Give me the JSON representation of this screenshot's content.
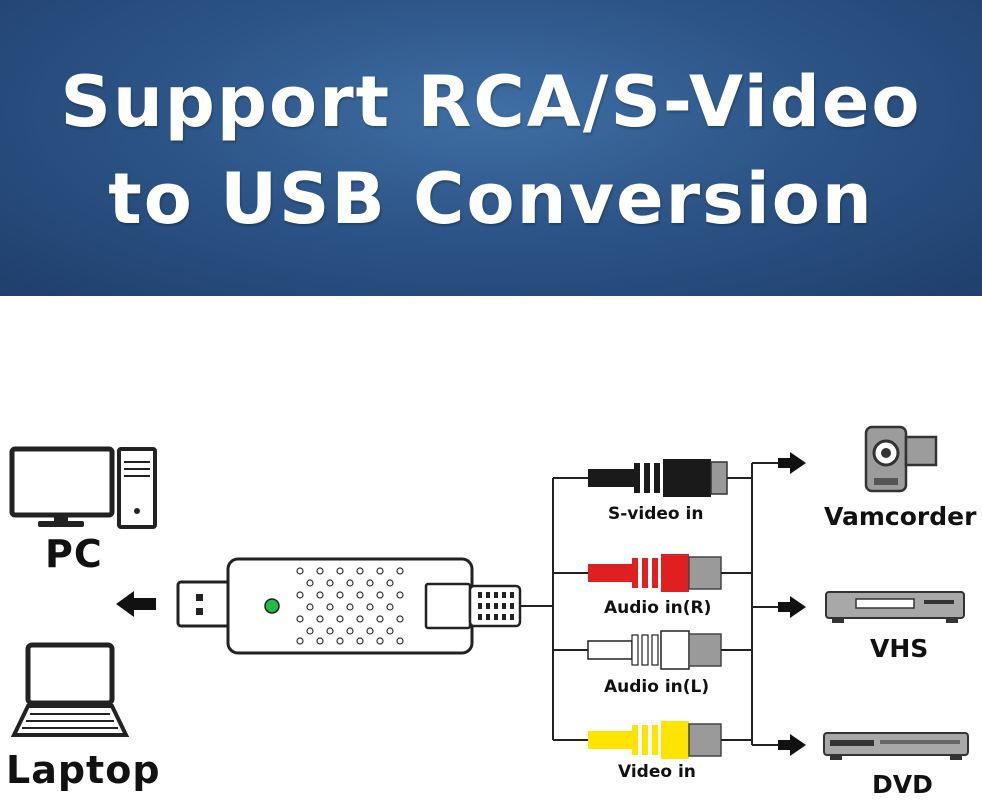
{
  "banner": {
    "line1": "Support RCA/S-Video",
    "line2": "to USB Conversion",
    "background_color": "#2d5588",
    "text_color": "#ffffff"
  },
  "devices_left": {
    "pc_label": "PC",
    "laptop_label": "Laptop"
  },
  "cables": {
    "svideo_label": "S-video in",
    "audio_r_label": "Audio in(R)",
    "audio_l_label": "Audio in(L)",
    "video_label": "Video in",
    "colors": {
      "svideo": "#1a1a1a",
      "audio_r": "#e02020",
      "audio_l": "#ffffff",
      "video": "#ffe400",
      "led": "#22bb44"
    }
  },
  "devices_right": {
    "camcorder_label": "Vamcorder",
    "vhs_label": "VHS",
    "dvd_label": "DVD"
  },
  "icons": [
    "desktop-pc-icon",
    "laptop-icon",
    "usb-capture-dongle-icon",
    "camcorder-icon",
    "vhs-player-icon",
    "dvd-player-icon",
    "arrow-left-icon",
    "arrow-right-icon"
  ]
}
